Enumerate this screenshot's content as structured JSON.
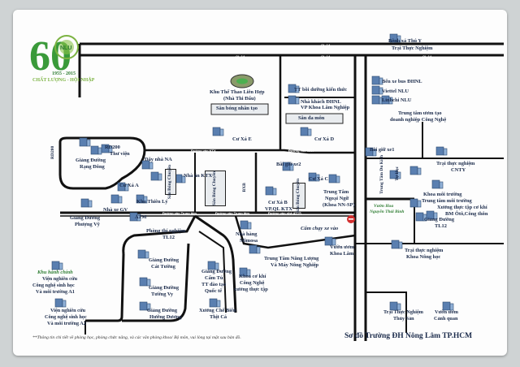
{
  "title": "Sơ đồ Trường ĐH Nông Lâm TP.HCM",
  "footnote": "**Thông tin chi tiết về phòng học, phòng chức năng, và các văn phòng khoa/ Bộ môn, vui lòng tại mặt sau bản đồ.",
  "logo": {
    "number": "60",
    "years": "1955 - 2015",
    "slogan": "CHẤT LƯỢNG - HỘI NHẬP",
    "emblem_text": "NLU"
  },
  "no_entry": "Cấm chạy xe vào",
  "colors": {
    "road": "#111111",
    "building": "#5a7fb0",
    "text": "#1a2a4a",
    "green": "#2e7d32",
    "background": "#fdfdfd",
    "stop_sign": "#d32f2f"
  },
  "road_signs": [
    {
      "id": "hw-a",
      "text": "QL 1A"
    },
    {
      "id": "hw-b",
      "text": "QL 1A"
    },
    {
      "id": "hw-c",
      "text": "QL 1A"
    },
    {
      "id": "hw-d",
      "text": "QL 1A"
    },
    {
      "id": "st-1",
      "text": "Đường vào KTX"
    },
    {
      "id": "st-2",
      "text": "Đường vào KTX"
    },
    {
      "id": "st-3",
      "text": "Đường vào Trung tâm"
    },
    {
      "id": "st-4",
      "text": "Đường vào Trung tâm"
    },
    {
      "id": "st-5",
      "text": "Đường vào nhà ATTS"
    }
  ],
  "labels": {
    "benh_xa": "Bệnh xá Thú Y",
    "trai_thuc_nghiem_top": "Trại Thực Nghiệm",
    "khu_the_thao": "Khu Thể Thao Liên Hợp",
    "nha_thi_dau": "(Nhà Thi Đấu)",
    "tt_boi_duong": "TT bồi dưỡng kiến thức",
    "nha_khach": "Nhà khách ĐHNL",
    "vp_khoa_lam": "VP Khoa Lâm Nghiệp",
    "ben_xe_buyt": "Bến xe bus ĐHNL",
    "viettel": "Viettel NLU",
    "linh_chi": "Linhchi NLU",
    "trung_tam_uom_tao": "Trung tâm ươm tạo",
    "doanh_nghiep": "doanh nghiệp Công Nghệ",
    "san_bong_nhan_tao": "Sân bóng nhân tạo",
    "san_da_mon": "Sân đa môn",
    "cu_xa_e": "Cư Xá E",
    "cu_xa_d": "Cư Xá D",
    "cu_xa_a": "Cư Xá A",
    "cu_xa_b": "Cư Xá B",
    "cu_xa_c": "Cư Xá C",
    "bai_giu_xe_2": "Bãi giữ xe2",
    "bai_giu_xe_1": "Bãi giữ xe1",
    "rd200": "RD200",
    "thu_vien": "Thư viện",
    "giang_duong_rang_dong": "Giảng Đường",
    "rang_dong": "Rạng Đông",
    "day_nha_na": "Dãy nhà NA",
    "nha_an_ktx": "Nhà ăn KTX",
    "san_bong_chuyen_1": "Sân Bóng Chuyền",
    "san_bong_chuyen_2": "Sân Bóng Chuyền",
    "san_bong_chuyen_3": "Sân Bóng Chuyền",
    "khu_thien_ly": "Khu Thiên Lý",
    "nha_xe_gv": "Nhà xe GV",
    "atm": "ATM",
    "giang_duong_phuong_vy": "Giảng Đường",
    "phuong_vy": "Phượng Vỹ",
    "phong_thi_nghiem": "Phòng thí nghiệm",
    "tl12": "TL12",
    "vp_ql_ktx": "VP.QL KTX",
    "bai_xe_b": "BXB",
    "tt_ngoai_ngu": "Trung Tâm",
    "ngoai_ngu": "Ngoại Ngữ",
    "khoa_nn_sp": "(Khoa NN-SP)",
    "tt_du_kich": "Trung Tâm Du Kích",
    "tu_hoc": "Tự Học",
    "cong_vien": "Vườn Hoa",
    "nguyen_thai_binh": "Nguyễn Thái Bình",
    "trai_thuc_nghiem_cnty": "Trại thực nghiệm",
    "cnty": "CNTY",
    "khoa_moi_truong": "Khoa môi trường",
    "trung_tam_moi_truong": "Trung tâm môi trường",
    "xuong_thuc_tap": "Xưởng thực tập cơ khí",
    "bm_o_to": "BM Ôtô,Công thôn",
    "giang_duong_tl12": "Giảng Đường",
    "tl12_b": "TL12",
    "nha_hang": "Nhà hàng",
    "mimosa": "Mimosa",
    "tt_nang_luong": "Trung Tâm Năng Lượng",
    "may_nong_nghiep": "Và Máy Nông Nghiệp",
    "vuon_uom": "Vườn ươm",
    "khoa_lam": "Khoa Lâm",
    "trai_thuc_nghiem_khoa_nong": "Trại thực nghiệm",
    "khoa_nong_hoc": "Khoa Nông học",
    "gd_cat_tuong": "Giảng Đường",
    "cat_tuong": "Cát Tường",
    "gd_tuong_vy": "Giảng Đường",
    "tuong_vy": "Tường Vy",
    "gd_huong_duong": "Giảng Đường",
    "huong_duong": "Hướng Dương",
    "gd_cam_tu": "Giảng Đường",
    "cam_tu": "Cẩm Tú",
    "tt_dao_tao": "TT đào tạo",
    "quoc_te": "Quốc tế",
    "khoa_co_khi": "Khoa cơ khí",
    "cong_nghe": "Công Nghệ",
    "xuong_thuc_tap_2": "xưởng thực tập",
    "xuong_che_bien": "Xưởng Chế Biến",
    "thit_ca": "Thịt Cá",
    "khu_hanh_chinh": "Khu hành chính",
    "vien_nc": "Viện nghiên cứu",
    "cn_sinh_hoc": "Công nghệ sinh học",
    "moi_truong_a1": "Và môi trường A1",
    "vien_nc_2": "Viện nghiên cứu",
    "cn_sinh_hoc_2": "Công nghệ sinh học",
    "moi_truong_a2": "Và môi trường A2",
    "trai_thuc_nghiem_thuy_san": "Trại Thực Nghiệm",
    "thuy_san": "Thủy Sản",
    "vuon_uom_2": "Vườn ươm",
    "canh_quan": "Cảnh quan"
  }
}
